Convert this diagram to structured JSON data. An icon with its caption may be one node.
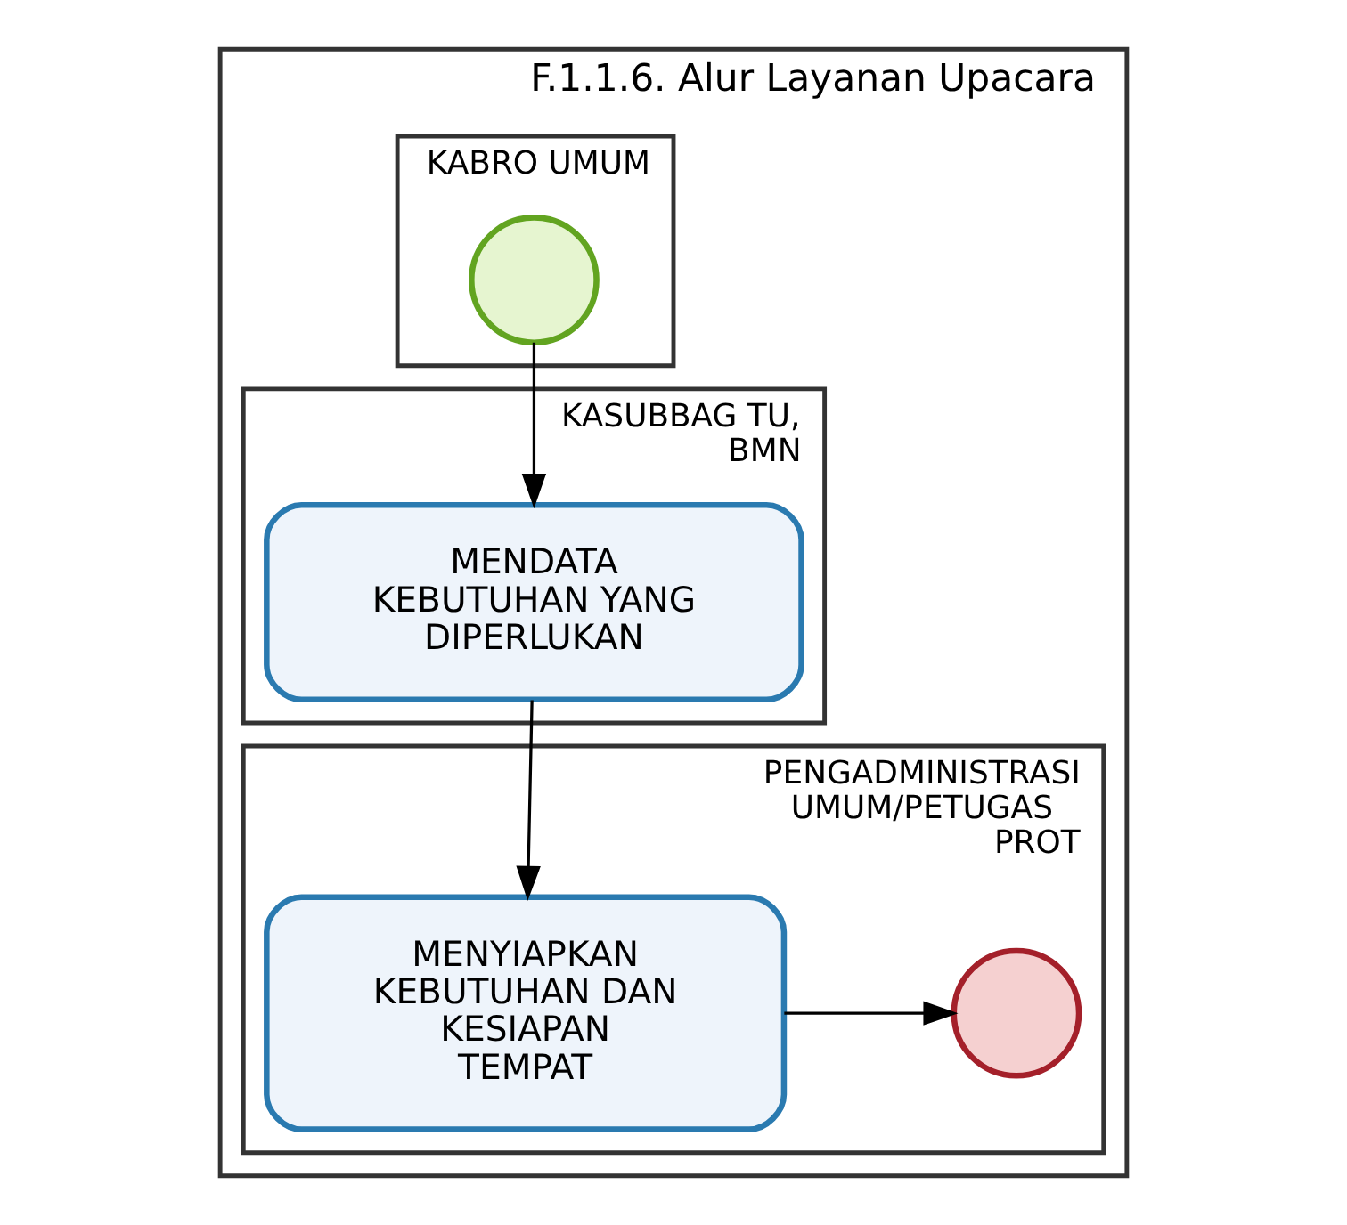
{
  "diagram": {
    "nodes": [
      {
        "text": [
          "F.1.1.6. Alur Layanan Upacara"
        ]
      },
      {
        "text": [
          "KABRO UMUM"
        ],
        "in": 0
      },
      {
        "text": [
          "KASUBBAG TU, BMN"
        ],
        "in": 0
      },
      {
        "text": [
          "PENGADMINISTRASI UMUM/PETUGAS PROT"
        ],
        "in": 0
      },
      {
        "text": [],
        "shape": "circle",
        "in": 1
      },
      {
        "text": [
          "MENDATA KEBUTUHAN YANG DIPERLUKAN"
        ],
        "in": 2
      },
      {
        "text": [
          "MENYIAPKAN KEBUTUHAN DAN KESIAPAN TEMPAT"
        ],
        "in": 3
      },
      {
        "text": [],
        "shape": "circle",
        "in": 3
      }
    ],
    "edges": [
      {
        "from": 4,
        "to": 5,
        "arrow": "to"
      },
      {
        "from": 5,
        "to": 6,
        "arrow": "to"
      },
      {
        "from": 6,
        "to": 7,
        "arrow": "to"
      }
    ]
  }
}
